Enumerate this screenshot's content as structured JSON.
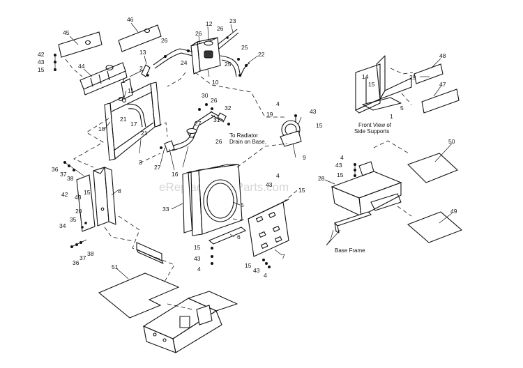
{
  "watermark": "eReplacementParts.com",
  "notes": {
    "radiator_drain_line1": "To Radiator",
    "radiator_drain_line2": "Drain on Base.",
    "front_view_line1": "Front View of",
    "front_view_line2": "Side Supports",
    "base_frame": "Base Frame"
  },
  "callouts": [
    {
      "id": "c01",
      "text": "45"
    },
    {
      "id": "c02",
      "text": "46"
    },
    {
      "id": "c03",
      "text": "42"
    },
    {
      "id": "c04",
      "text": "43"
    },
    {
      "id": "c05",
      "text": "15"
    },
    {
      "id": "c06",
      "text": "44"
    },
    {
      "id": "c07",
      "text": "13"
    },
    {
      "id": "c08",
      "text": "2"
    },
    {
      "id": "c09",
      "text": "1"
    },
    {
      "id": "c10",
      "text": "11"
    },
    {
      "id": "c11",
      "text": "21"
    },
    {
      "id": "c12",
      "text": "17"
    },
    {
      "id": "c13",
      "text": "21"
    },
    {
      "id": "c14",
      "text": "18"
    },
    {
      "id": "c15",
      "text": "3"
    },
    {
      "id": "c16",
      "text": "26"
    },
    {
      "id": "c17",
      "text": "24"
    },
    {
      "id": "c18",
      "text": "26"
    },
    {
      "id": "c19",
      "text": "12"
    },
    {
      "id": "c20",
      "text": "26"
    },
    {
      "id": "c21",
      "text": "23"
    },
    {
      "id": "c22",
      "text": "25"
    },
    {
      "id": "c23",
      "text": "22"
    },
    {
      "id": "c24",
      "text": "25"
    },
    {
      "id": "c25",
      "text": "10"
    },
    {
      "id": "c26",
      "text": "30"
    },
    {
      "id": "c27",
      "text": "26"
    },
    {
      "id": "c28",
      "text": "32"
    },
    {
      "id": "c29",
      "text": "31"
    },
    {
      "id": "c30",
      "text": "26"
    },
    {
      "id": "c31",
      "text": "27"
    },
    {
      "id": "c32",
      "text": "27"
    },
    {
      "id": "c33",
      "text": "16"
    },
    {
      "id": "c34",
      "text": "19"
    },
    {
      "id": "c35",
      "text": "4"
    },
    {
      "id": "c36",
      "text": "43"
    },
    {
      "id": "c37",
      "text": "15"
    },
    {
      "id": "c38",
      "text": "9"
    },
    {
      "id": "c39",
      "text": "14"
    },
    {
      "id": "c40",
      "text": "15"
    },
    {
      "id": "c41",
      "text": "29"
    },
    {
      "id": "c42",
      "text": "48"
    },
    {
      "id": "c43",
      "text": "47"
    },
    {
      "id": "c44",
      "text": "5"
    },
    {
      "id": "c45",
      "text": "1"
    },
    {
      "id": "c46",
      "text": "36"
    },
    {
      "id": "c47",
      "text": "37"
    },
    {
      "id": "c48",
      "text": "38"
    },
    {
      "id": "c49",
      "text": "15"
    },
    {
      "id": "c50",
      "text": "43"
    },
    {
      "id": "c51",
      "text": "42"
    },
    {
      "id": "c52",
      "text": "8"
    },
    {
      "id": "c53",
      "text": "20"
    },
    {
      "id": "c54",
      "text": "35"
    },
    {
      "id": "c55",
      "text": "34"
    },
    {
      "id": "c56",
      "text": "36"
    },
    {
      "id": "c57",
      "text": "37"
    },
    {
      "id": "c58",
      "text": "38"
    },
    {
      "id": "c59",
      "text": "33"
    },
    {
      "id": "c60",
      "text": "5"
    },
    {
      "id": "c61",
      "text": "4"
    },
    {
      "id": "c62",
      "text": "43"
    },
    {
      "id": "c63",
      "text": "15"
    },
    {
      "id": "c64",
      "text": "6"
    },
    {
      "id": "c65",
      "text": "15"
    },
    {
      "id": "c66",
      "text": "43"
    },
    {
      "id": "c67",
      "text": "4"
    },
    {
      "id": "c68",
      "text": "7"
    },
    {
      "id": "c69",
      "text": "15"
    },
    {
      "id": "c70",
      "text": "43"
    },
    {
      "id": "c71",
      "text": "4"
    },
    {
      "id": "c72",
      "text": "4"
    },
    {
      "id": "c73",
      "text": "43"
    },
    {
      "id": "c74",
      "text": "15"
    },
    {
      "id": "c75",
      "text": "28"
    },
    {
      "id": "c76",
      "text": "50"
    },
    {
      "id": "c77",
      "text": "49"
    },
    {
      "id": "c78",
      "text": "51"
    }
  ]
}
